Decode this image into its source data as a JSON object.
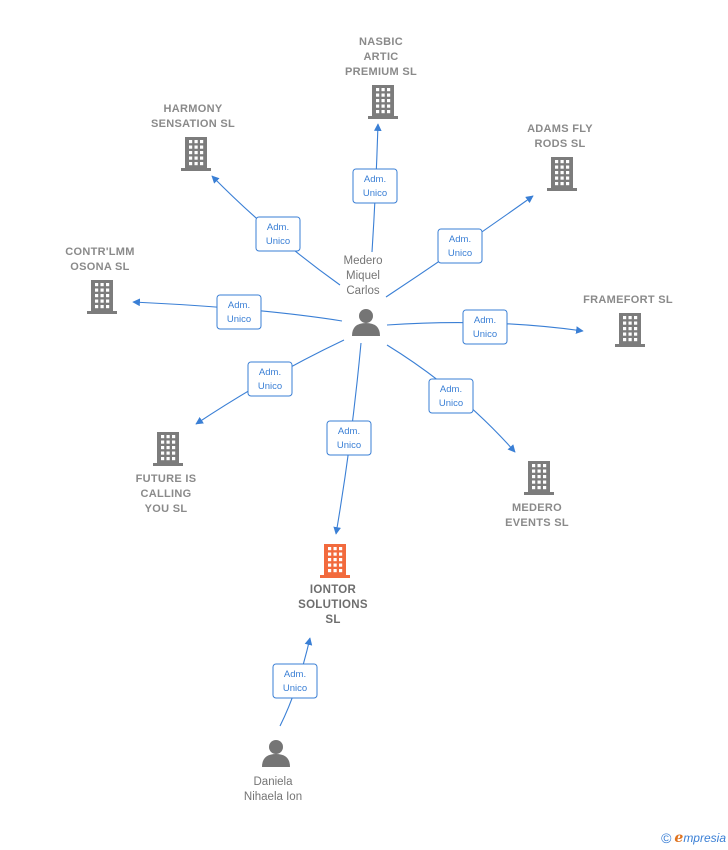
{
  "colors": {
    "edge": "#3a7fd5",
    "company": "#7c7c7c",
    "company_main": "#f26a3d",
    "person": "#757575"
  },
  "center_person": {
    "id": "p1",
    "name_lines": [
      "Medero",
      "Miquel",
      "Carlos"
    ],
    "icon": "person-icon"
  },
  "second_person": {
    "id": "p2",
    "name_lines": [
      "Daniela",
      "Nihaela Ion"
    ],
    "icon": "person-icon"
  },
  "companies": [
    {
      "id": "nasbic",
      "name_lines": [
        "NASBIC",
        "ARTIC",
        "PREMIUM  SL"
      ],
      "icon": "building-icon",
      "main": false
    },
    {
      "id": "harmony",
      "name_lines": [
        "HARMONY",
        "SENSATION  SL"
      ],
      "icon": "building-icon",
      "main": false
    },
    {
      "id": "adams",
      "name_lines": [
        "ADAMS FLY",
        "RODS  SL"
      ],
      "icon": "building-icon",
      "main": false
    },
    {
      "id": "contrlmm",
      "name_lines": [
        "CONTR'LMM",
        "OSONA  SL"
      ],
      "icon": "building-icon",
      "main": false
    },
    {
      "id": "framefort",
      "name_lines": [
        "FRAMEFORT SL"
      ],
      "icon": "building-icon",
      "main": false
    },
    {
      "id": "future",
      "name_lines": [
        "FUTURE IS",
        "CALLING",
        "YOU  SL"
      ],
      "icon": "building-icon",
      "main": false
    },
    {
      "id": "medero_events",
      "name_lines": [
        "MEDERO",
        "EVENTS  SL"
      ],
      "icon": "building-icon",
      "main": false
    },
    {
      "id": "iontor",
      "name_lines": [
        "IONTOR",
        "SOLUTIONS",
        "SL"
      ],
      "icon": "building-icon",
      "main": true
    }
  ],
  "relations": [
    {
      "from": "p1",
      "to": "nasbic",
      "label_lines": [
        "Adm.",
        "Unico"
      ]
    },
    {
      "from": "p1",
      "to": "harmony",
      "label_lines": [
        "Adm.",
        "Unico"
      ]
    },
    {
      "from": "p1",
      "to": "adams",
      "label_lines": [
        "Adm.",
        "Unico"
      ]
    },
    {
      "from": "p1",
      "to": "contrlmm",
      "label_lines": [
        "Adm.",
        "Unico"
      ]
    },
    {
      "from": "p1",
      "to": "framefort",
      "label_lines": [
        "Adm.",
        "Unico"
      ]
    },
    {
      "from": "p1",
      "to": "future",
      "label_lines": [
        "Adm.",
        "Unico"
      ]
    },
    {
      "from": "p1",
      "to": "medero_events",
      "label_lines": [
        "Adm.",
        "Unico"
      ]
    },
    {
      "from": "p1",
      "to": "iontor",
      "label_lines": [
        "Adm.",
        "Unico"
      ]
    },
    {
      "from": "p2",
      "to": "iontor",
      "label_lines": [
        "Adm.",
        "Unico"
      ]
    }
  ],
  "footer": {
    "copyright_symbol": "©",
    "brand_initial": "e",
    "brand_rest": "mpresia"
  }
}
